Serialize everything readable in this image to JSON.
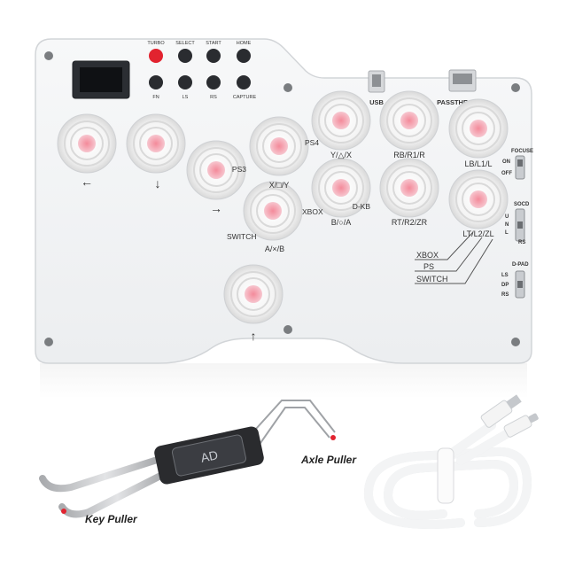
{
  "product": {
    "small_buttons": [
      {
        "top": "TURBO",
        "bottom": "FN"
      },
      {
        "top": "SELECT",
        "bottom": "LS"
      },
      {
        "top": "START",
        "bottom": "RS"
      },
      {
        "top": "HOME",
        "bottom": "CAPTURE"
      }
    ],
    "ports": {
      "usb": "USB",
      "passthrough": "PASSTHROUGH"
    },
    "button_labels": {
      "left": "←",
      "down": "↓",
      "right": "→",
      "up": "↑",
      "x_sq_y": "X/□/Y",
      "y_tri_x": "Y/△/X",
      "rb": "RB/R1/R",
      "lb": "LB/L1/L",
      "b_circ_a": "B/○/A",
      "a_x_b": "A/×/B",
      "rt": "RT/R2/ZR",
      "lt": "LT/L2/ZL"
    },
    "mode_labels": {
      "ps4": "PS4",
      "ps3": "PS3",
      "xbox": "XBOX",
      "switch": "SWITCH",
      "kb": "D-KB"
    },
    "legend": {
      "xbox": "XBOX",
      "ps": "PS",
      "switch": "SWITCH"
    },
    "switches": {
      "focus": {
        "title": "FOCUSE",
        "on": "ON",
        "off": "OFF"
      },
      "socd": {
        "title": "SOCD",
        "s1": "U",
        "s2": "N",
        "s3": "L",
        "s4": "RS"
      },
      "dpad": {
        "title": "D-PAD",
        "ls": "LS",
        "dp": "DP",
        "rs": "RS"
      }
    }
  },
  "accessories": {
    "tool_logo": "AD",
    "axle_puller": "Axle Puller",
    "key_puller": "Key Puller"
  }
}
